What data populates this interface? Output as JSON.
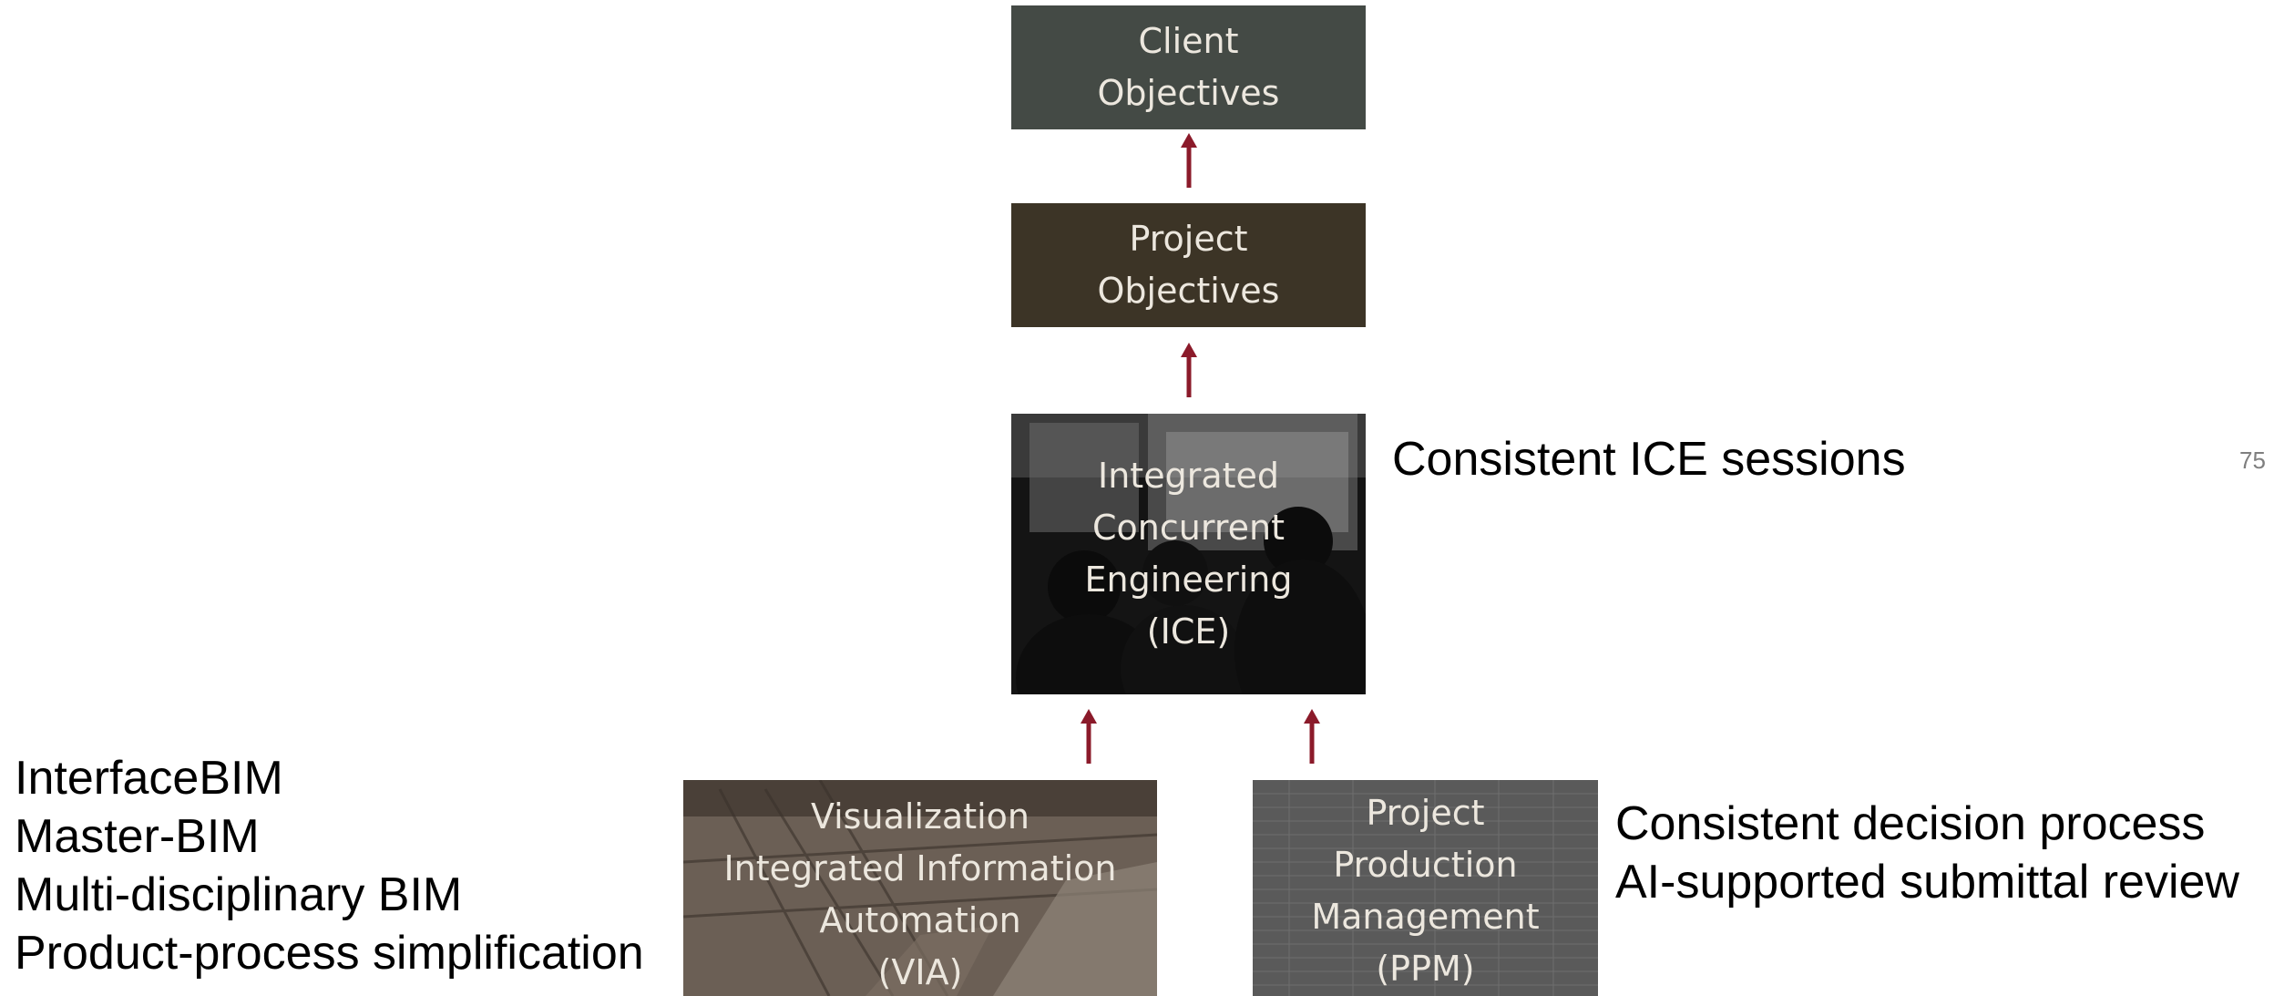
{
  "boxes": {
    "client": "Client\nObjectives",
    "project": "Project\nObjectives",
    "ice": "Integrated\nConcurrent\nEngineering\n(ICE)",
    "via": "Visualization\nIntegrated Information\nAutomation\n(VIA)",
    "ppm": "Project\nProduction\nManagement\n(PPM)"
  },
  "notes": {
    "ice": "Consistent ICE sessions",
    "right": [
      "Consistent decision process",
      "AI-supported submittal review"
    ],
    "left": [
      "InterfaceBIM",
      "Master-BIM",
      "Multi-disciplinary BIM",
      "Product-process simplification"
    ]
  },
  "page_number": "75",
  "colors": {
    "arrow": "#8b1a2a",
    "client_box": "#444a45",
    "project_box": "#3c3426",
    "box_text": "#ece7de"
  }
}
